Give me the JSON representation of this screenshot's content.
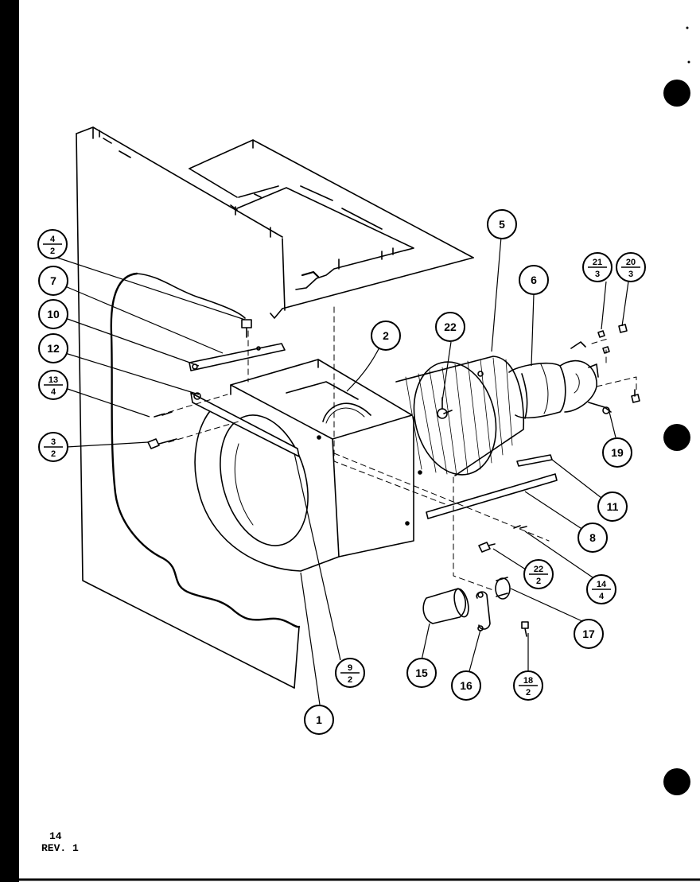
{
  "page": {
    "page_number": "14",
    "revision": "REV. 1"
  },
  "callouts": {
    "c_4_2": {
      "top": "4",
      "bottom": "2"
    },
    "c_7": "7",
    "c_10": "10",
    "c_12": "12",
    "c_13_4": {
      "top": "13",
      "bottom": "4"
    },
    "c_3_2": {
      "top": "3",
      "bottom": "2"
    },
    "c_2": "2",
    "c_22": "22",
    "c_5": "5",
    "c_6": "6",
    "c_21_3": {
      "top": "21",
      "bottom": "3"
    },
    "c_20_3": {
      "top": "20",
      "bottom": "3"
    },
    "c_19": "19",
    "c_11": "11",
    "c_8": "8",
    "c_14_4": {
      "top": "14",
      "bottom": "4"
    },
    "c_22_2": {
      "top": "22",
      "bottom": "2"
    },
    "c_9_2": {
      "top": "9",
      "bottom": "2"
    },
    "c_17": "17",
    "c_18_2": {
      "top": "18",
      "bottom": "2"
    },
    "c_15": "15",
    "c_16": "16",
    "c_1": "1"
  }
}
